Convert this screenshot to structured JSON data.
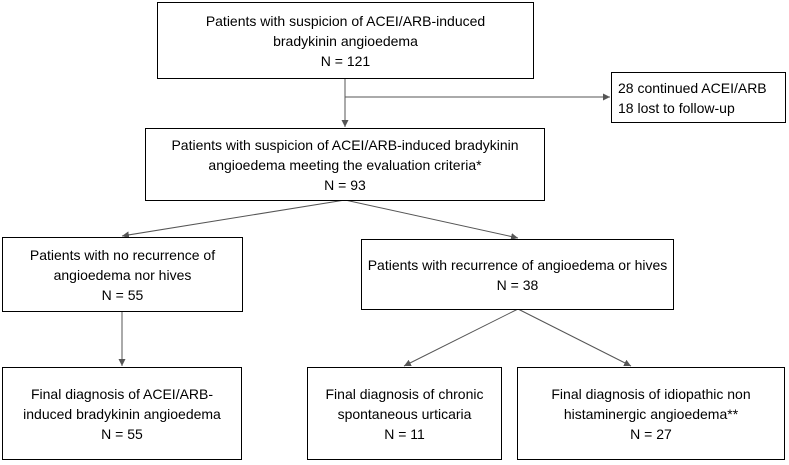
{
  "nodes": {
    "initial": {
      "lines": [
        "Patients with suspicion of ACEI/ARB-induced",
        "bradykinin angioedema",
        "N = 121"
      ]
    },
    "excluded": {
      "lines": [
        "28 continued ACEI/ARB",
        "18 lost to follow-up"
      ]
    },
    "evaluated": {
      "lines": [
        "Patients with suspicion of ACEI/ARB-induced bradykinin",
        "angioedema meeting the evaluation criteria*",
        "N = 93"
      ]
    },
    "no_recurrence": {
      "lines": [
        "Patients with no recurrence of",
        "angioedema nor hives",
        "N = 55"
      ]
    },
    "recurrence": {
      "lines": [
        "Patients with recurrence of angioedema or hives",
        "N = 38"
      ]
    },
    "final_acei": {
      "lines": [
        "Final diagnosis of ACEI/ARB-",
        "induced bradykinin angioedema",
        "N = 55"
      ]
    },
    "final_csu": {
      "lines": [
        "Final diagnosis of chronic",
        "spontaneous urticaria",
        "N = 11"
      ]
    },
    "final_idiopathic": {
      "lines": [
        "Final diagnosis of idiopathic non",
        "histaminergic angioedema**",
        "N = 27"
      ]
    }
  }
}
